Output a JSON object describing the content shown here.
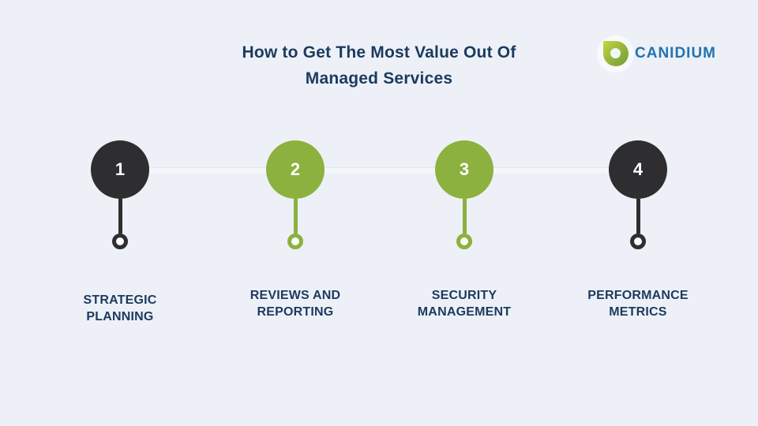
{
  "title": {
    "line1": "How to Get The Most Value Out Of",
    "line2": "Managed Services"
  },
  "logo": {
    "text": "CANIDIUM",
    "icon": "leaf-drop-icon"
  },
  "steps": [
    {
      "number": "1",
      "label": "STRATEGIC\nPLANNING",
      "variant": "dark"
    },
    {
      "number": "2",
      "label": "REVIEWS AND\nREPORTING",
      "variant": "green"
    },
    {
      "number": "3",
      "label": "SECURITY\nMANAGEMENT",
      "variant": "green"
    },
    {
      "number": "4",
      "label": "PERFORMANCE\nMETRICS",
      "variant": "dark"
    }
  ],
  "colors": {
    "background": "#edf1f7",
    "dark": "#2e2e30",
    "green": "#8cb13e",
    "navy": "#1c3a5e",
    "logo-blue": "#2273b0",
    "connector": "#f4f7fa"
  }
}
